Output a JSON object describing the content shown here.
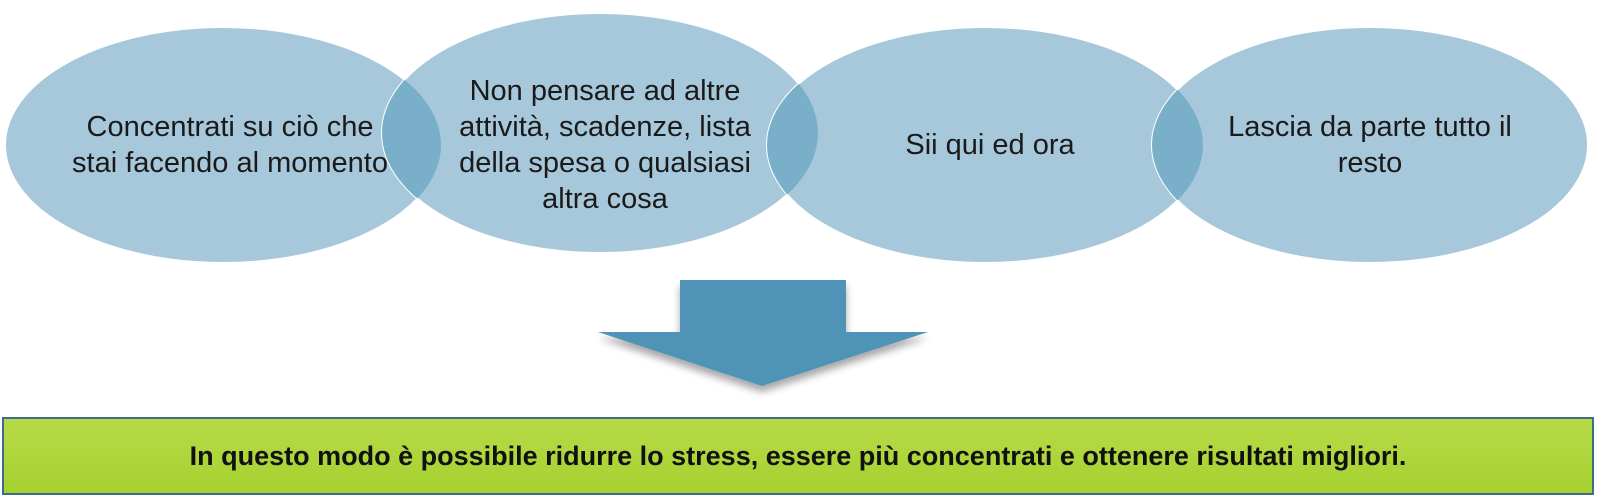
{
  "steps": [
    {
      "text": "Concentrati su ciò che stai facendo al momento"
    },
    {
      "text": "Non pensare ad altre attività, scadenze, lista della spesa o qualsiasi altra cosa"
    },
    {
      "text": "Sii qui ed ora"
    },
    {
      "text": "Lascia da parte tutto il resto"
    }
  ],
  "result": {
    "text": "In questo modo è possibile ridurre lo stress, essere più concentrati e ottenere risultati migliori."
  },
  "colors": {
    "ellipse_fill": "#a7c8db",
    "overlap_fill": "#7aafc9",
    "arrow_fill": "#4f93b7",
    "result_fill": "#aed43a",
    "result_border": "#3d6b8a"
  }
}
